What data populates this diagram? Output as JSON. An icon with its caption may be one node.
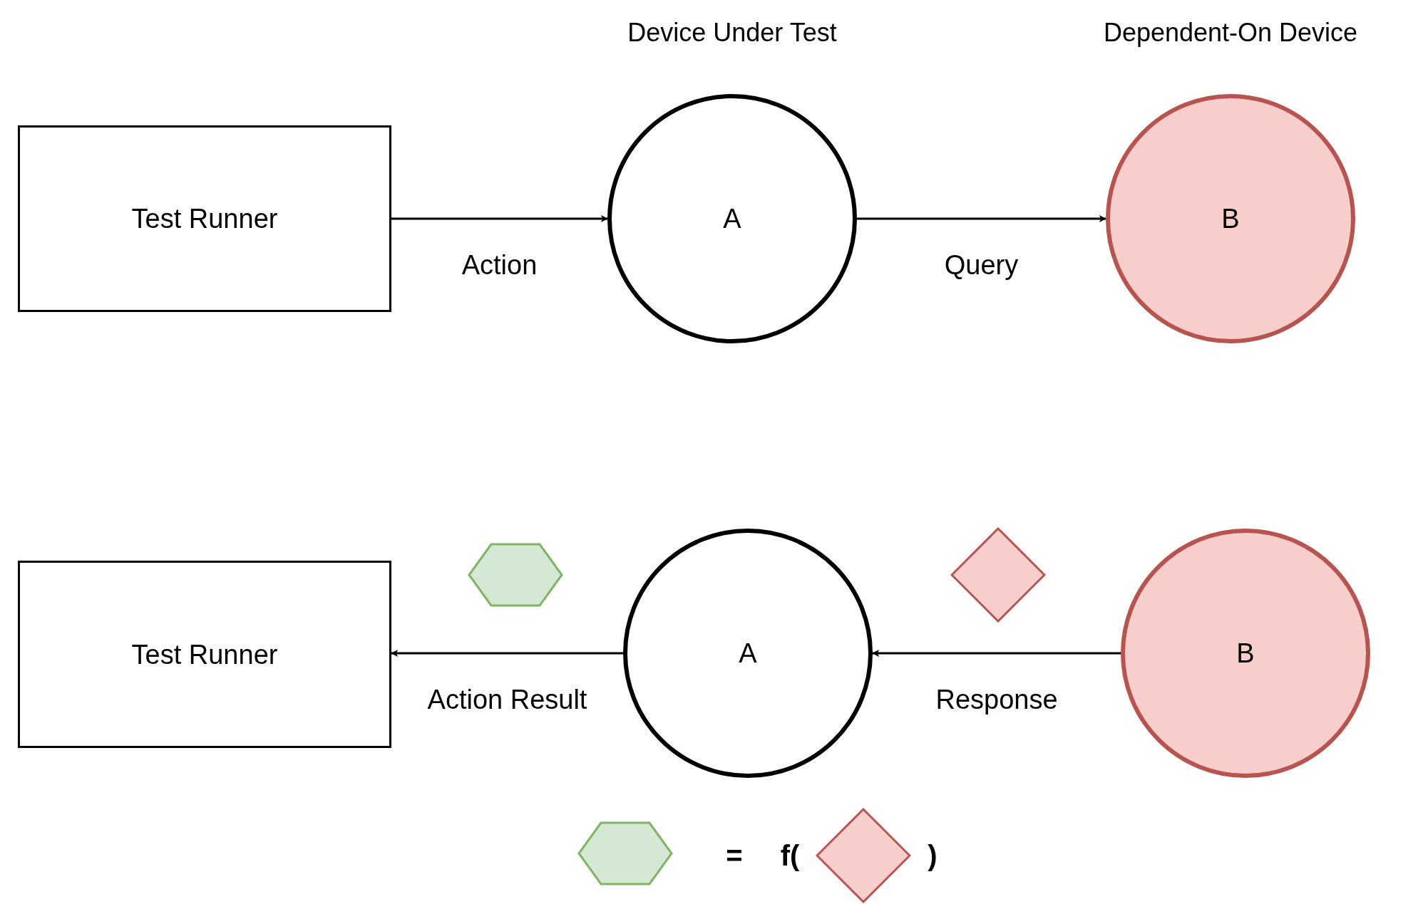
{
  "diagram": {
    "nodes": [
      {
        "text": [
          "Test Runner"
        ]
      },
      {
        "text": [
          "A"
        ],
        "beside": [
          "Device Under Test"
        ]
      },
      {
        "text": [
          "B"
        ],
        "beside": [
          "Dependent-On Device"
        ]
      },
      {
        "text": [
          "Test Runner"
        ]
      },
      {
        "text": [
          "A"
        ]
      },
      {
        "text": [
          "B"
        ]
      },
      {
        "text": [],
        "shape": "hexagon"
      },
      {
        "text": [],
        "shape": "diamond"
      },
      {
        "text": [],
        "shape": "hexagon"
      },
      {
        "text": [],
        "shape": "diamond"
      }
    ],
    "edges": [
      {
        "from": 0,
        "to": 1,
        "arrow": "to",
        "label": "Action"
      },
      {
        "from": 1,
        "to": 2,
        "arrow": "to",
        "label": "Query"
      },
      {
        "from": 5,
        "to": 4,
        "arrow": "to",
        "label": "Response"
      },
      {
        "from": 4,
        "to": 3,
        "arrow": "to",
        "label": "Action Result"
      }
    ],
    "labels": [
      "=",
      "f(",
      ")"
    ]
  }
}
